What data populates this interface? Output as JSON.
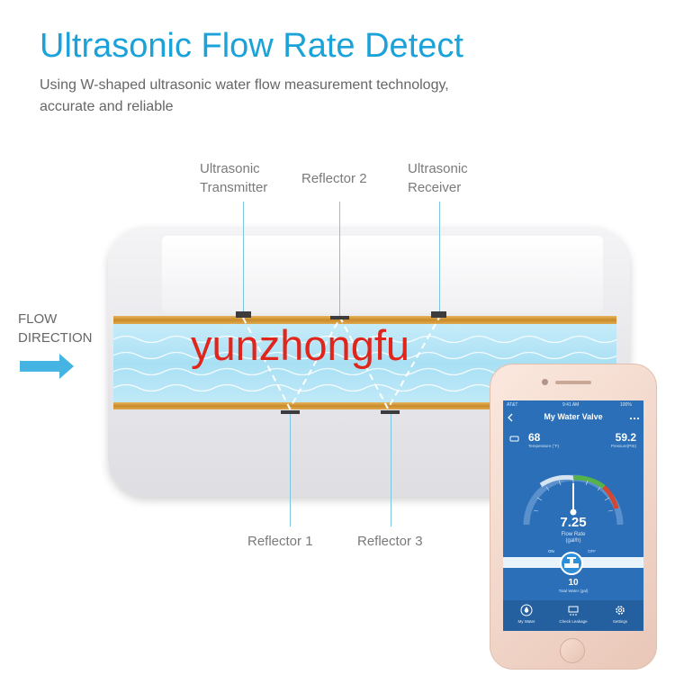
{
  "header": {
    "title": "Ultrasonic Flow Rate Detect",
    "subtitle_line1": "Using W-shaped ultrasonic water flow measurement technology,",
    "subtitle_line2": "accurate and reliable"
  },
  "labels": {
    "transmitter_line1": "Ultrasonic",
    "transmitter_line2": "Transmitter",
    "reflector2": "Reflector 2",
    "receiver_line1": "Ultrasonic",
    "receiver_line2": "Receiver",
    "reflector1": "Reflector 1",
    "reflector3": "Reflector 3",
    "flow_line1": "FLOW",
    "flow_line2": "DIRECTION"
  },
  "watermark": "yunzhongfu",
  "colors": {
    "title_blue": "#1ba3d9",
    "pipe_water": "#aee3f5",
    "pipe_wall": "#d59a3a",
    "arrow": "#45b4e3",
    "app_bg": "#2a6fb8"
  },
  "phone_app": {
    "status": {
      "carrier": "AT&T",
      "time": "9:41 AM",
      "battery": "100%"
    },
    "title": "My Water Valve",
    "temperature": {
      "value": "68",
      "label": "Temperature (°F)"
    },
    "pressure": {
      "value": "59.2",
      "label": "Pressure(PSI)"
    },
    "gauge": {
      "flow_value": "7.25",
      "label_line1": "Flow Rate",
      "label_line2": "(gal/h)"
    },
    "valve": {
      "on_label": "ON",
      "off_label": "OFF"
    },
    "total": {
      "value": "10",
      "label": "Total Water (gal)"
    },
    "tabs": [
      {
        "label": "My Water",
        "icon": "water-drop-icon"
      },
      {
        "label": "Check Leakage",
        "icon": "leakage-icon"
      },
      {
        "label": "Settings",
        "icon": "gear-icon"
      }
    ]
  }
}
